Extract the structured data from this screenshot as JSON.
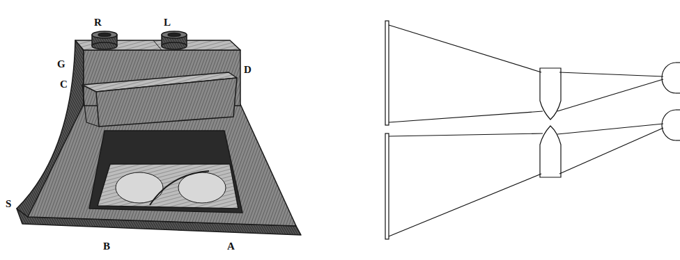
{
  "diagram": {
    "labels": [
      "R",
      "L",
      "G",
      "C",
      "D",
      "S",
      "B",
      "A"
    ]
  }
}
